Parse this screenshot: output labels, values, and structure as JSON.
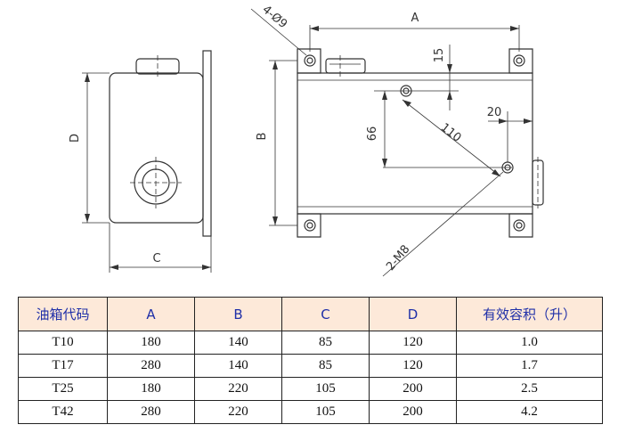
{
  "drawing": {
    "dim_holes": "4-Ø9",
    "dim_A": "A",
    "dim_B": "B",
    "dim_C": "C",
    "dim_D": "D",
    "dim_15": "15",
    "dim_20": "20",
    "dim_66": "66",
    "dim_110": "110",
    "dim_m8": "2-M8"
  },
  "table": {
    "headers": [
      "油箱代码",
      "A",
      "B",
      "C",
      "D",
      "有效容积（升）"
    ],
    "rows": [
      [
        "T10",
        "180",
        "140",
        "85",
        "120",
        "1.0"
      ],
      [
        "T17",
        "280",
        "140",
        "85",
        "120",
        "1.7"
      ],
      [
        "T25",
        "180",
        "220",
        "105",
        "200",
        "2.5"
      ],
      [
        "T42",
        "280",
        "220",
        "105",
        "200",
        "4.2"
      ]
    ]
  }
}
